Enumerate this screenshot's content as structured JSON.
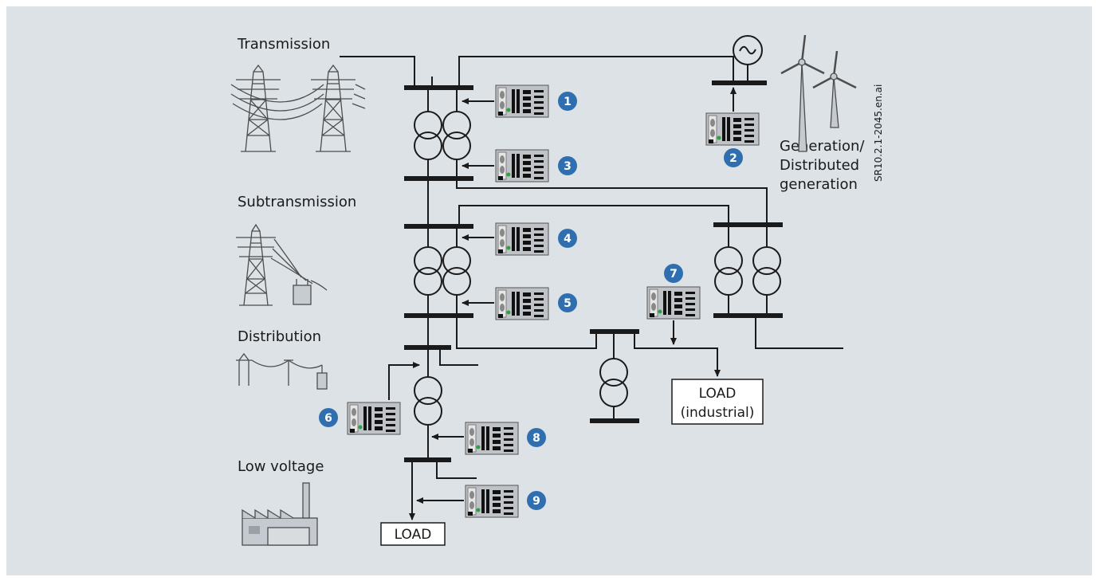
{
  "labels": {
    "transmission": "Transmission",
    "subtransmission": "Subtransmission",
    "distribution": "Distribution",
    "low_voltage": "Low voltage",
    "generation_line1": "Generation/",
    "generation_line2": "Distributed",
    "generation_line3": "generation",
    "load_industrial_line1": "LOAD",
    "load_industrial_line2": "(industrial)",
    "load": "LOAD",
    "file_id": "SR10.2.1-2045.en.ai"
  },
  "relays": [
    "1",
    "2",
    "3",
    "4",
    "5",
    "6",
    "7",
    "8",
    "9"
  ],
  "colors": {
    "badge": "#2f6fb0",
    "panel": "#dde2e6",
    "device": "#bfc3c7"
  }
}
